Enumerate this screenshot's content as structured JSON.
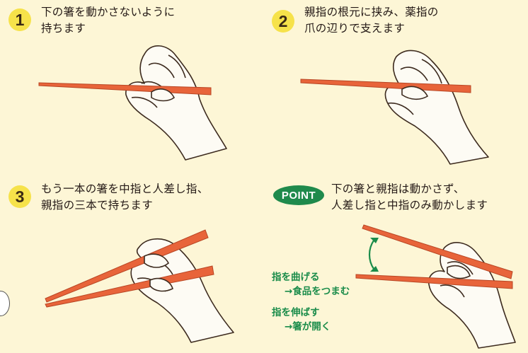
{
  "steps": [
    {
      "number": "1",
      "line1": "下の箸を動かさないように",
      "line2": "持ちます"
    },
    {
      "number": "2",
      "line1": "親指の根元に挟み、薬指の",
      "line2": "爪の辺りで支えます"
    },
    {
      "number": "3",
      "line1": "もう一本の箸を中指と人差し指、",
      "line2": "親指の三本で持ちます"
    }
  ],
  "point": {
    "badge": "POINT",
    "line1": "下の箸と親指は動かさず、",
    "line2": "人差し指と中指のみ動かします",
    "bend": {
      "title": "指を曲げる",
      "result": "→食品をつまむ"
    },
    "stretch": {
      "title": "指を伸ばす",
      "result": "→箸が開く"
    }
  },
  "colors": {
    "background": "#fdf6d6",
    "badge": "#f6e24a",
    "chopstick": "#e8643a",
    "point": "#1f8a4c",
    "hand": "#fdfbf4"
  }
}
